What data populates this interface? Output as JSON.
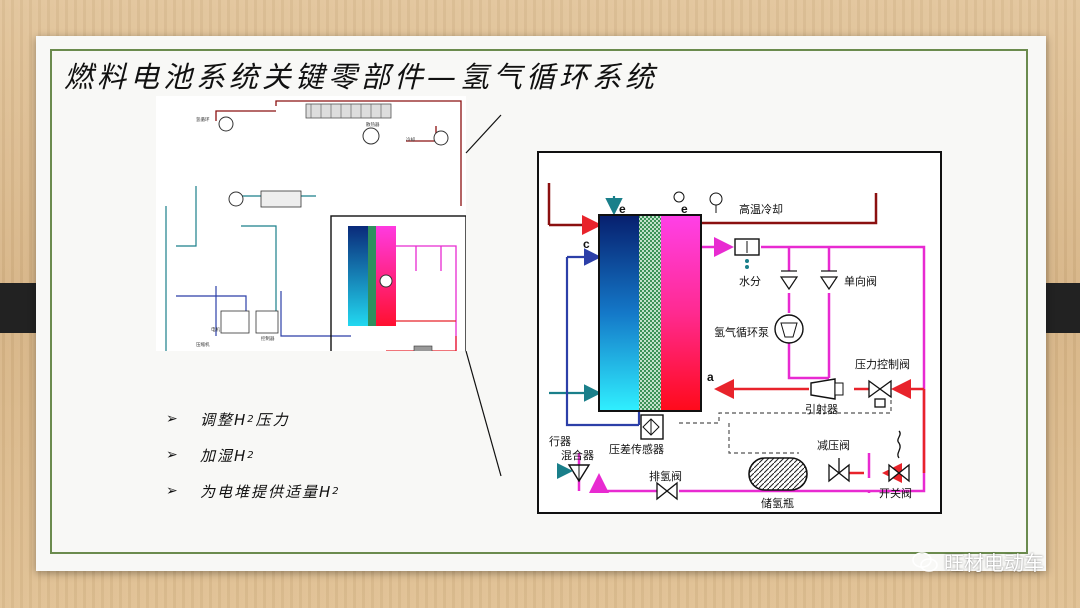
{
  "title": "燃料电池系统关键零部件—氢气循环系统",
  "bullets": [
    {
      "text": "调整H",
      "sub": "2",
      "tail": "压力"
    },
    {
      "text": "加湿H",
      "sub": "2",
      "tail": ""
    },
    {
      "text": "为电堆提供适量H",
      "sub": "2",
      "tail": ""
    }
  ],
  "bullet_mark": "➢",
  "diagram": {
    "labels": {
      "high_temp_cooling": "高温冷却",
      "water": "水分",
      "check_valve": "单向阀",
      "h2_pump": "氢气循环泵",
      "pressure_valve": "压力控制阀",
      "ejector": "引射器",
      "diff_sensor": "压差传感器",
      "reducer": "减压阀",
      "tank": "储氢瓶",
      "switch_valve": "开关阀",
      "mixer": "混合器",
      "purge": "排氢阀",
      "port_c": "c",
      "port_e1": "e",
      "port_e2": "e",
      "port_a": "a",
      "left_cut": "行器"
    }
  },
  "watermark": "旺材电动车",
  "colors": {
    "frame_green": "#6b8b4e",
    "h2_red": "#e8232b",
    "magenta": "#e82ad1",
    "blue_line": "#2c3fa8",
    "teal": "#1a7f8a",
    "dark_red": "#8b1010"
  }
}
